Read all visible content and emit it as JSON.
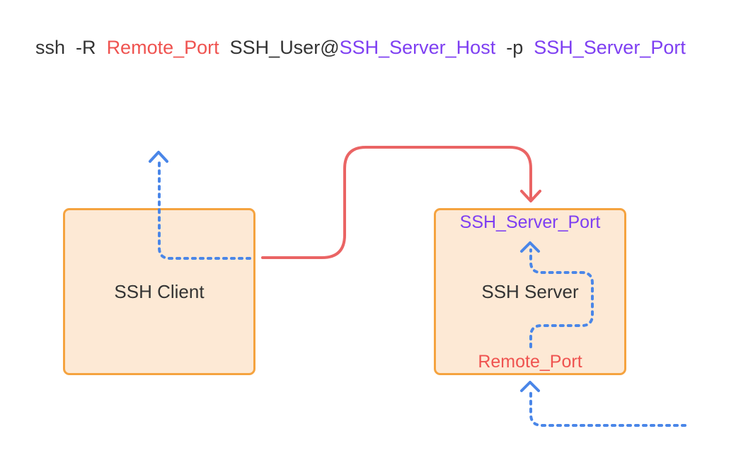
{
  "command": {
    "ssh": "ssh",
    "flag_r": "-R",
    "remote_port": "Remote_Port",
    "user_at": "SSH_User@",
    "server_host": "SSH_Server_Host",
    "flag_p": "-p",
    "server_port": "SSH_Server_Port"
  },
  "client": {
    "label": "SSH Client"
  },
  "server": {
    "label": "SSH Server",
    "top_port": "SSH_Server_Port",
    "bottom_port": "Remote_Port"
  },
  "colors": {
    "text": "#333333",
    "remote_port": "#ef5350",
    "server": "#7e3ff2",
    "box_fill": "#fde9d5",
    "box_border": "#f5a33f",
    "tunnel": "#ea6464",
    "traffic": "#4a86e8"
  }
}
